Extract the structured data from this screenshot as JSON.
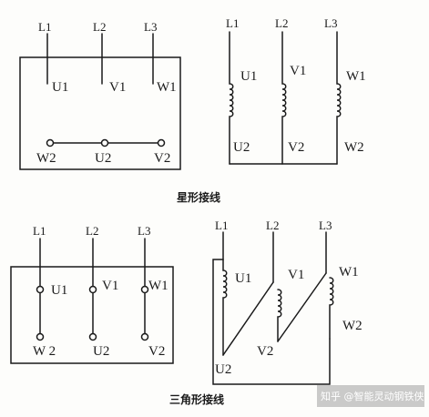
{
  "star": {
    "caption": "星形接线",
    "box": {
      "lines": [
        "L1",
        "L2",
        "L3"
      ],
      "top": [
        "U1",
        "V1",
        "W1"
      ],
      "bottom": [
        "W2",
        "U2",
        "V2"
      ]
    },
    "coils": {
      "lines": [
        "L1",
        "L2",
        "L3"
      ],
      "top": [
        "U1",
        "V1",
        "W1"
      ],
      "bottom": [
        "U2",
        "V2",
        "W2"
      ]
    }
  },
  "delta": {
    "caption": "三角形接线",
    "box": {
      "lines": [
        "L1",
        "L2",
        "L3"
      ],
      "top": [
        "U1",
        "V1",
        "W1"
      ],
      "bottom": [
        "W 2",
        "U2",
        "V2"
      ]
    },
    "coils": {
      "lines": [
        "L1",
        "L2",
        "L3"
      ],
      "top": [
        "U1",
        "V1",
        "W1"
      ],
      "bottom": [
        "U2",
        "V2",
        "W2"
      ]
    }
  },
  "watermark": "知乎 @智能灵动钢铁侠"
}
